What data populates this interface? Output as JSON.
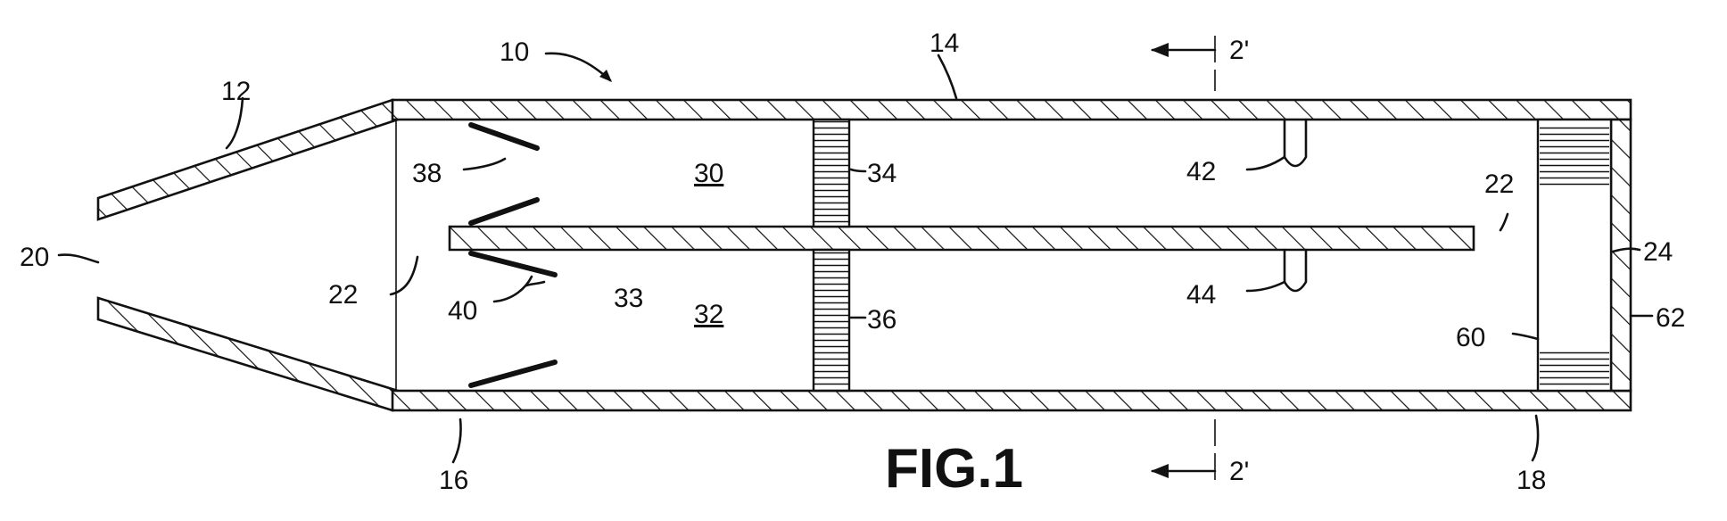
{
  "figure": {
    "title": "FIG.1",
    "section_label": "2'"
  },
  "labels": {
    "l10": "10",
    "l12": "12",
    "l14": "14",
    "l16": "16",
    "l18": "18",
    "l20": "20",
    "l22a": "22",
    "l22b": "22",
    "l24": "24",
    "l30": "30",
    "l32": "32",
    "l33": "33",
    "l34": "34",
    "l36": "36",
    "l38": "38",
    "l40": "40",
    "l42": "42",
    "l44": "44",
    "l60": "60",
    "l62": "62"
  },
  "colors": {
    "ink": "#111111",
    "paper": "#ffffff"
  }
}
